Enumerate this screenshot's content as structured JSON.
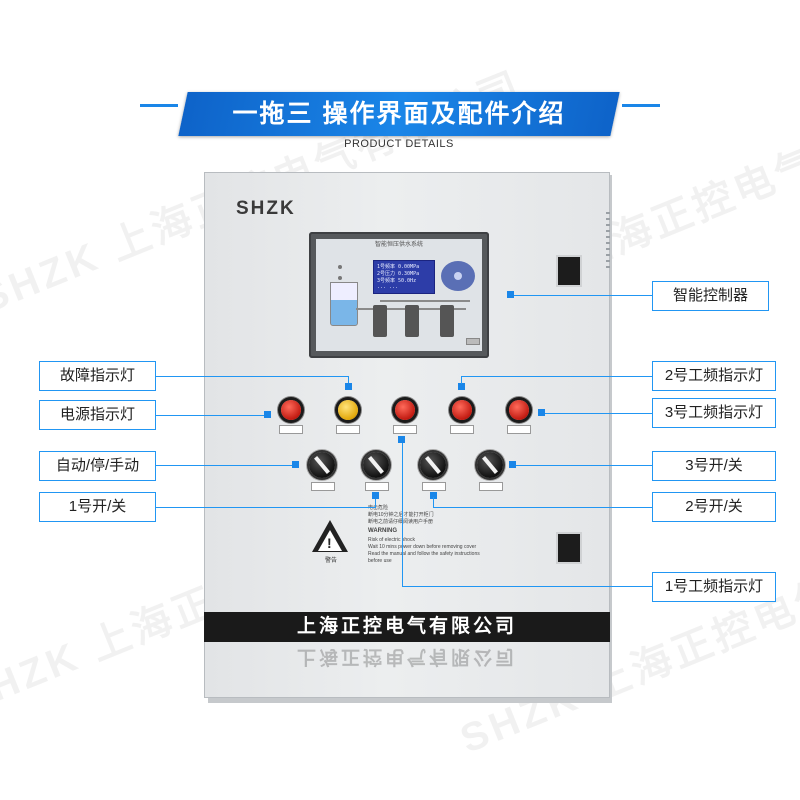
{
  "header": {
    "title": "一拖三 操作界面及配件介绍",
    "subtitle": "PRODUCT DETAILS"
  },
  "watermark": "SHZK 上海正控电气有限公司",
  "cabinet": {
    "logo": "SHZK",
    "hmi_title": "智能恒压供水系统",
    "lcd_lines": [
      "1号频率 0.00MPa",
      "2号压力 0.30MPa",
      "3号频率 50.0Hz",
      "    ...  ..."
    ],
    "warning_title": "警告",
    "warning_header": "WARNING",
    "warning_lines_cn": [
      "电击危险",
      "断电10分钟之后才能打开柜门",
      "断电之前请仔细阅读用户手册"
    ],
    "warning_lines_en": [
      "Risk of electric shock",
      "Wait 10 mins power down before removing cover",
      "Read the manual and follow the safety instructions",
      "before use"
    ],
    "company": "上海正控电气有限公司"
  },
  "callouts": {
    "controller": "智能控制器",
    "fault_light": "故障指示灯",
    "power_light": "电源指示灯",
    "auto_stop_manual": "自动/停/手动",
    "switch_1": "1号开/关",
    "freq_light_2": "2号工频指示灯",
    "freq_light_3": "3号工频指示灯",
    "switch_3": "3号开/关",
    "switch_2": "2号开/关",
    "freq_light_1": "1号工频指示灯"
  },
  "colors": {
    "accent": "#1a86e8",
    "callout_border": "#2196f3",
    "indicator_red": "#c21b12",
    "indicator_yellow": "#e2a80a"
  }
}
